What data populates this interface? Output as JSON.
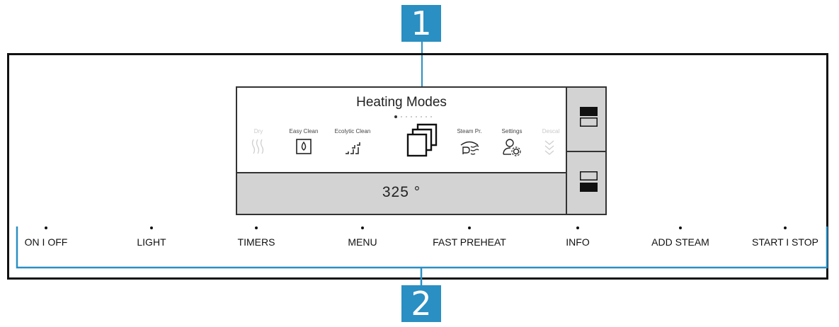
{
  "callouts": {
    "top": "1",
    "bottom": "2"
  },
  "display": {
    "title": "Heating Modes",
    "page_indicator": {
      "count": 8,
      "active": 1
    },
    "modes": [
      {
        "label": "Dry",
        "icon": "dry-icon",
        "faded": true
      },
      {
        "label": "Easy Clean",
        "icon": "easy-clean-icon",
        "faded": false
      },
      {
        "label": "Ecolytic Clean",
        "icon": "ecolytic-clean-icon",
        "faded": false
      },
      {
        "label": "Steam Pr.",
        "icon": "steam-proof-icon",
        "faded": false
      },
      {
        "label": "Settings",
        "icon": "settings-icon",
        "faded": false
      },
      {
        "label": "Descal",
        "icon": "descale-icon",
        "faded": true
      }
    ],
    "selected_mode_icon": "stacked-windows-icon",
    "temperature": "325 °"
  },
  "controls": [
    "ON I OFF",
    "LIGHT",
    "TIMERS",
    "MENU",
    "FAST PREHEAT",
    "INFO",
    "ADD STEAM",
    "START I STOP"
  ],
  "colors": {
    "callout": "#2a8fc2",
    "display_gray": "#d3d3d3",
    "frame": "#111111"
  }
}
